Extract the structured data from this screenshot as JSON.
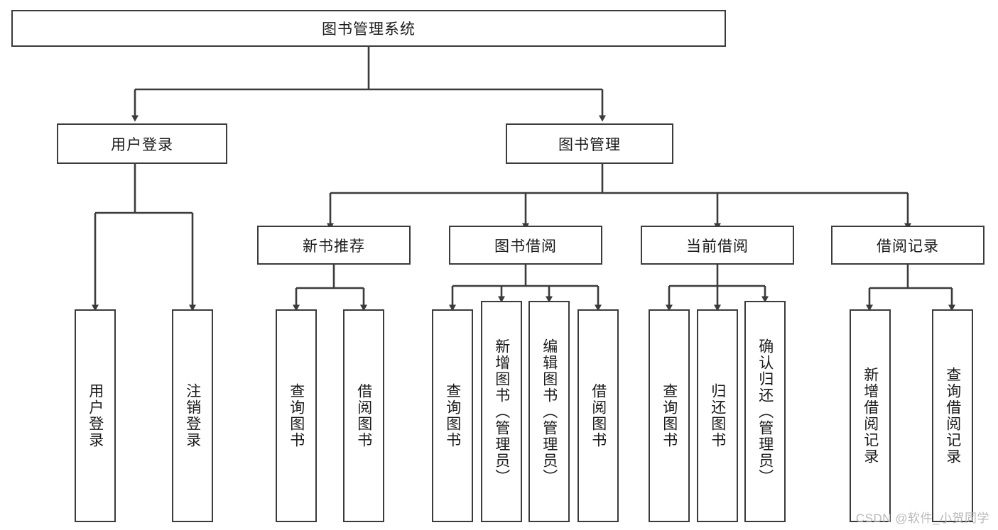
{
  "diagram": {
    "type": "tree",
    "title": "图书管理系统",
    "orientation": "top-down",
    "theme": {
      "background": "#ffffff",
      "node_fill": "#ffffff",
      "node_stroke": "#3b3b3b",
      "edge_color": "#3b3b3b",
      "text_color": "#1a1a1a",
      "watermark_color": "#b9b9b9"
    }
  },
  "watermark": {
    "text": "CSDN @软件_小贺同学"
  },
  "nodes": {
    "root": {
      "label": "图书管理系统",
      "level": 1
    },
    "level2": [
      {
        "id": "user-login",
        "label": "用户登录"
      },
      {
        "id": "book-manage",
        "label": "图书管理"
      }
    ],
    "level3": [
      {
        "id": "new-book-rec",
        "label": "新书推荐",
        "parent": "book-manage"
      },
      {
        "id": "book-borrow",
        "label": "图书借阅",
        "parent": "book-manage"
      },
      {
        "id": "current-borrow",
        "label": "当前借阅",
        "parent": "book-manage"
      },
      {
        "id": "borrow-record",
        "label": "借阅记录",
        "parent": "book-manage"
      }
    ],
    "leaves": [
      {
        "id": "leaf-user-login",
        "label": "用户登录",
        "parent": "user-login"
      },
      {
        "id": "leaf-logout",
        "label": "注销登录",
        "parent": "user-login"
      },
      {
        "id": "leaf-query-book-1",
        "label": "查询图书",
        "parent": "new-book-rec"
      },
      {
        "id": "leaf-borrow-book-1",
        "label": "借阅图书",
        "parent": "new-book-rec"
      },
      {
        "id": "leaf-query-book-2",
        "label": "查询图书",
        "parent": "book-borrow"
      },
      {
        "id": "leaf-add-book",
        "label": "新增图书（管理员）",
        "parent": "book-borrow"
      },
      {
        "id": "leaf-edit-book",
        "label": "编辑图书（管理员）",
        "parent": "book-borrow"
      },
      {
        "id": "leaf-borrow-book-2",
        "label": "借阅图书",
        "parent": "book-borrow"
      },
      {
        "id": "leaf-query-book-3",
        "label": "查询图书",
        "parent": "current-borrow"
      },
      {
        "id": "leaf-return-book",
        "label": "归还图书",
        "parent": "current-borrow"
      },
      {
        "id": "leaf-confirm-return",
        "label": "确认归还（管理员）",
        "parent": "current-borrow"
      },
      {
        "id": "leaf-add-record",
        "label": "新增借阅记录",
        "parent": "borrow-record"
      },
      {
        "id": "leaf-query-record",
        "label": "查询借阅记录",
        "parent": "borrow-record"
      }
    ]
  }
}
